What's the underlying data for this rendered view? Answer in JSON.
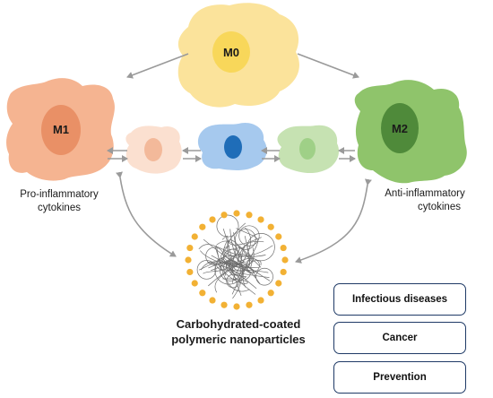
{
  "cells": {
    "m0": {
      "label": "M0",
      "body_color": "#fbe39b",
      "nucleus_color": "#f8d75a"
    },
    "m1": {
      "label": "M1",
      "body_color": "#f5b491",
      "nucleus_color": "#e99066"
    },
    "m2": {
      "label": "M2",
      "body_color": "#8fc46b",
      "nucleus_color": "#4f8a3a"
    },
    "mid_left": {
      "body_color": "#fbe0d0",
      "nucleus_color": "#f3b99a"
    },
    "center": {
      "body_color": "#a6c9ee",
      "nucleus_color": "#1f6db8"
    },
    "mid_right": {
      "body_color": "#c6e2b2",
      "nucleus_color": "#9fd087"
    }
  },
  "labels": {
    "pro_inflammatory": [
      "Pro-inflammatory",
      "cytokines"
    ],
    "anti_inflammatory": [
      "Anti-inflammatory",
      "cytokines"
    ],
    "nanoparticle": [
      "Carbohydrated-coated",
      "polymeric nanoparticles"
    ]
  },
  "nanoparticle": {
    "bead_color": "#f2b134"
  },
  "applications": [
    "Infectious diseases",
    "Cancer",
    "Prevention"
  ],
  "colors": {
    "arrow": "#9a9a9a",
    "box_border": "#1f3a66"
  }
}
